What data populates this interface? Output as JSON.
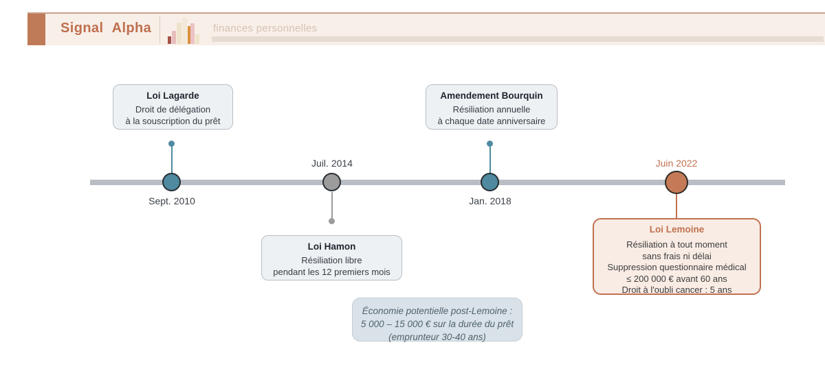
{
  "header": {
    "brand": "Signal Alpha",
    "category": "finances personnelles",
    "logo_icon": "bar-chart-icon"
  },
  "colors": {
    "accent_orange": "#c0714f",
    "brand_square": "#bf7a58",
    "teal_node": "#4f8aa0",
    "gray_node": "#9c9c9c",
    "timeline_bar": "#b9bec5",
    "callout_bg": "#eef1f4",
    "lemoine_bg": "#f9ece5",
    "note_bg": "#d9e2e8"
  },
  "timeline": {
    "events": [
      {
        "date": "Sept. 2010",
        "title": "Loi Lagarde",
        "lines": [
          "Droit de délégation",
          "à la souscription du prêt"
        ],
        "node_color": "teal",
        "callout_side": "above"
      },
      {
        "date": "Juil. 2014",
        "title": "Loi Hamon",
        "lines": [
          "Résiliation libre",
          "pendant les 12 premiers mois"
        ],
        "node_color": "gray",
        "callout_side": "below"
      },
      {
        "date": "Jan. 2018",
        "title": "Amendement Bourquin",
        "lines": [
          "Résiliation annuelle",
          "à chaque date anniversaire"
        ],
        "node_color": "teal",
        "callout_side": "above"
      },
      {
        "date": "Juin 2022",
        "title": "Loi Lemoine",
        "lines": [
          "Résiliation à tout moment",
          "sans frais ni délai",
          "Suppression questionnaire médical",
          "≤ 200 000 € avant 60 ans",
          "Droit à l'oubli cancer : 5 ans"
        ],
        "node_color": "orange",
        "callout_side": "below"
      }
    ],
    "note": {
      "lines": [
        "Économie potentielle post-Lemoine :",
        "5 000 – 15 000 € sur la durée du prêt",
        "(emprunteur 30-40 ans)"
      ]
    }
  }
}
